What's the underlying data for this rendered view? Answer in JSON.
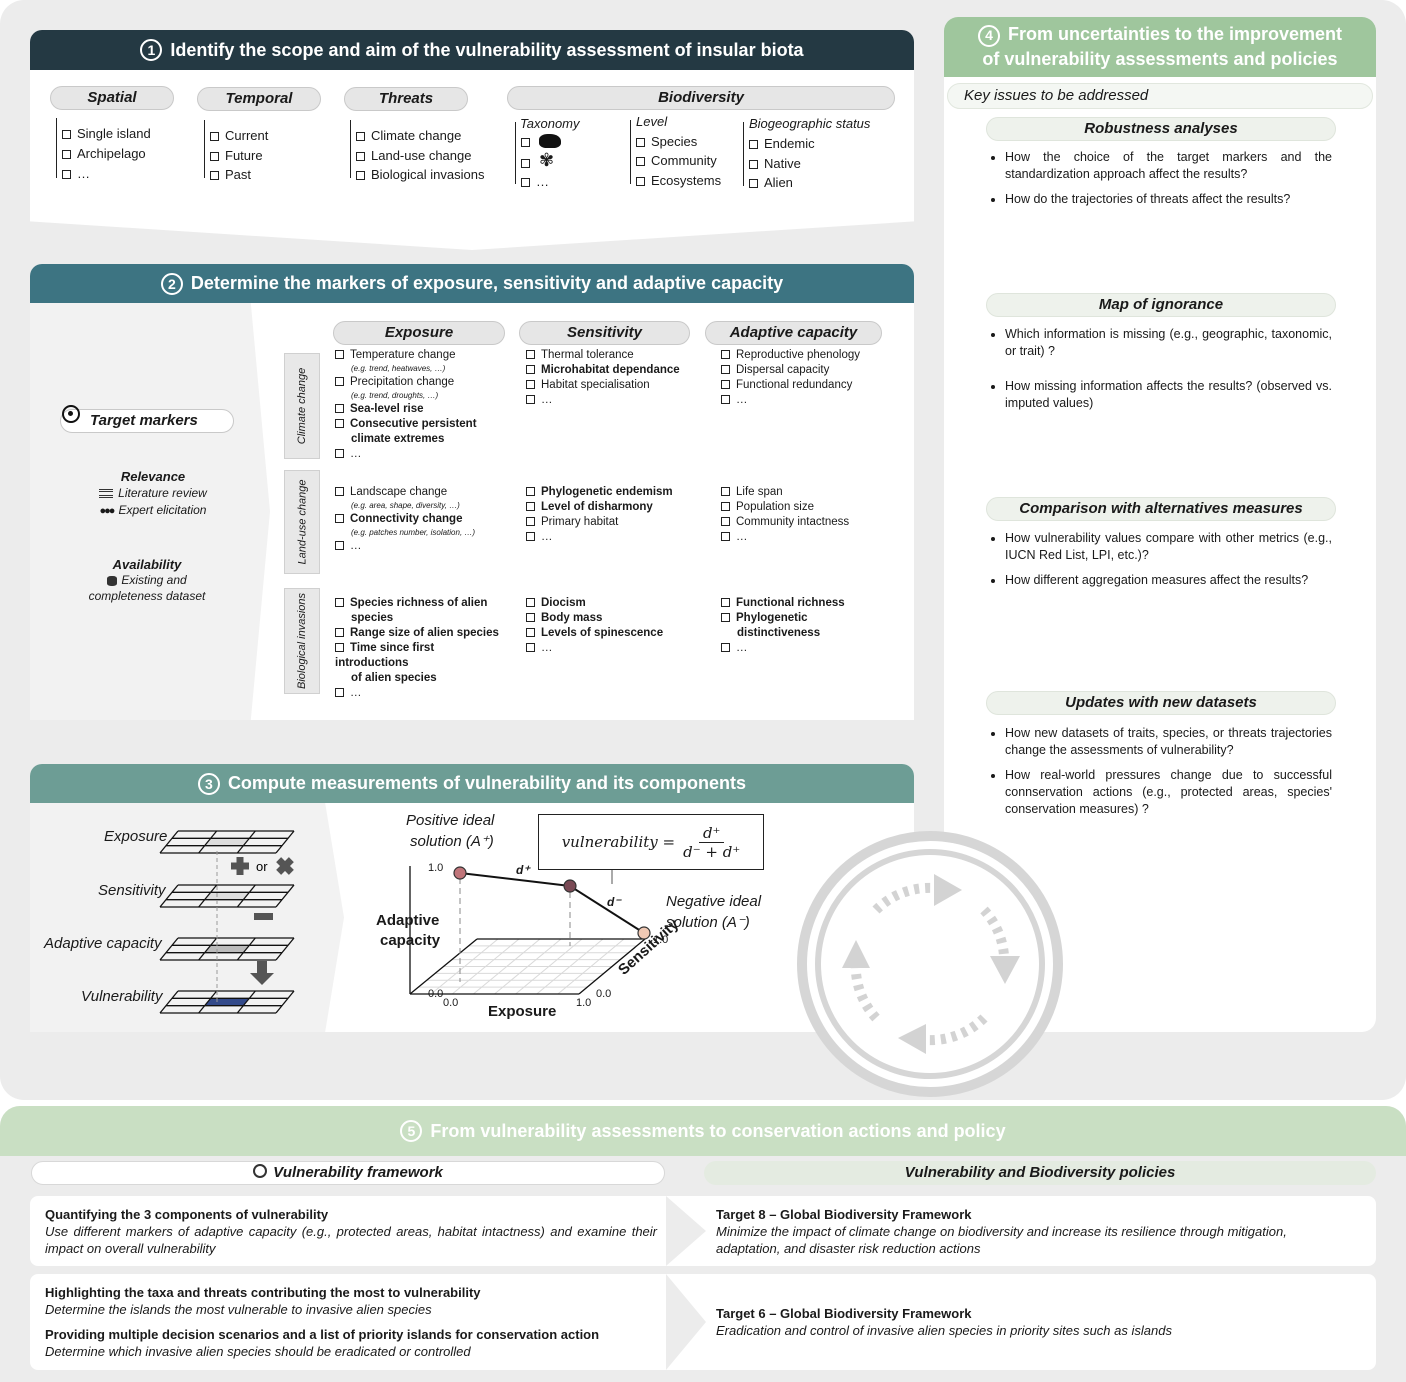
{
  "colors": {
    "dark": "#243943",
    "teal": "#3d7482",
    "seafoam": "#6d9d95",
    "sage": "#9fc69d",
    "lightsage": "#c9dfc3"
  },
  "s1": {
    "num": "1",
    "title": "Identify the scope and aim of the vulnerability assessment of insular biota",
    "spatial": {
      "label": "Spatial",
      "items": [
        "Single island",
        "Archipelago",
        "…"
      ]
    },
    "temporal": {
      "label": "Temporal",
      "items": [
        "Current",
        "Future",
        "Past"
      ]
    },
    "threats": {
      "label": "Threats",
      "items": [
        "Climate change",
        "Land-use change",
        "Biological invasions"
      ]
    },
    "biodiversity": {
      "label": "Biodiversity",
      "taxonomy": {
        "label": "Taxonomy",
        "items": [
          "",
          "",
          "…"
        ]
      },
      "level": {
        "label": "Level",
        "items": [
          "Species",
          "Community",
          "Ecosystems"
        ]
      },
      "biogeo": {
        "label": "Biogeographic status",
        "items": [
          "Endemic",
          "Native",
          "Alien"
        ]
      }
    }
  },
  "s2": {
    "num": "2",
    "title": "Determine the markers of exposure, sensitivity and adaptive capacity",
    "target": "Target markers",
    "relevance": {
      "title": "Relevance",
      "a": "Literature review",
      "b": "Expert elicitation"
    },
    "availability": {
      "title": "Availability",
      "a": "Existing and",
      "b": "completeness dataset"
    },
    "cols": [
      "Exposure",
      "Sensitivity",
      "Adaptive capacity"
    ],
    "rows": [
      "Climate change",
      "Land-use change",
      "Biological invasions"
    ],
    "climate": {
      "exp": [
        {
          "t": "Temperature change"
        },
        {
          "s": "(e.g. trend, heatwaves, …)"
        },
        {
          "t": "Precipitation change"
        },
        {
          "s": "(e.g. trend, droughts, …)"
        },
        {
          "t": "Sea-level rise",
          "b": 1
        },
        {
          "t": "Consecutive persistent",
          "b": 1
        },
        {
          "t": "climate extremes",
          "b": 1,
          "nb": 1
        },
        {
          "t": "…"
        }
      ],
      "sen": [
        {
          "t": "Thermal tolerance"
        },
        {
          "t": "Microhabitat dependance",
          "b": 1
        },
        {
          "t": "Habitat specialisation"
        },
        {
          "t": "…"
        }
      ],
      "ada": [
        {
          "t": "Reproductive phenology"
        },
        {
          "t": "Dispersal capacity"
        },
        {
          "t": "Functional redundancy"
        },
        {
          "t": "…"
        }
      ]
    },
    "land": {
      "exp": [
        {
          "t": "Landscape change"
        },
        {
          "s": "(e.g. area, shape, diversity, …)"
        },
        {
          "t": "Connectivity change",
          "b": 1
        },
        {
          "s": "(e.g. patches number, isolation, …)"
        },
        {
          "t": "…"
        }
      ],
      "sen": [
        {
          "t": "Phylogenetic endemism",
          "b": 1
        },
        {
          "t": "Level of disharmony",
          "b": 1
        },
        {
          "t": "Primary habitat"
        },
        {
          "t": "…"
        }
      ],
      "ada": [
        {
          "t": "Life span"
        },
        {
          "t": "Population size"
        },
        {
          "t": "Community intactness"
        },
        {
          "t": "…"
        }
      ]
    },
    "bio": {
      "exp": [
        {
          "t": "Species richness of alien",
          "b": 1
        },
        {
          "t": "species",
          "b": 1,
          "nb": 1
        },
        {
          "t": "Range size of alien species",
          "b": 1
        },
        {
          "t": "Time since first introductions",
          "b": 1
        },
        {
          "t": "of alien species",
          "b": 1,
          "nb": 1
        },
        {
          "t": "…"
        }
      ],
      "sen": [
        {
          "t": "Diocism",
          "b": 1
        },
        {
          "t": "Body mass",
          "b": 1
        },
        {
          "t": "Levels of spinescence",
          "b": 1
        },
        {
          "t": "…"
        }
      ],
      "ada": [
        {
          "t": "Functional richness",
          "b": 1
        },
        {
          "t": "Phylogenetic",
          "b": 1
        },
        {
          "t": "distinctiveness",
          "b": 1,
          "nb": 1
        },
        {
          "t": "…"
        }
      ]
    }
  },
  "s3": {
    "num": "3",
    "title": "Compute measurements of vulnerability and its components",
    "layers": [
      "Exposure",
      "Sensitivity",
      "Adaptive capacity",
      "Vulnerability"
    ],
    "or": "or",
    "pos_ideal_a": "Positive ideal",
    "pos_ideal_b": "solution (A⁺)",
    "neg_ideal_a": "Negative ideal",
    "neg_ideal_b": "solution (A⁻)",
    "formula_lhs": "vulnerability =",
    "formula_num": "d⁺",
    "formula_den": "d⁻ + d⁺",
    "dplus": "d⁺",
    "dminus": "d⁻",
    "yaxis_a": "Adaptive",
    "yaxis_b": "capacity",
    "xaxis": "Exposure",
    "zaxis": "Sensitivity",
    "t10": "1.0",
    "t00": "0.0"
  },
  "s4": {
    "num": "4",
    "title_a": "From uncertainties to the improvement",
    "title_b": "of vulnerability assessments and policies",
    "key": "Key issues to be addressed",
    "groups": [
      {
        "title": "Robustness analyses",
        "qs": [
          "How the choice of the target markers and the standardization approach affect the results?",
          "How do the trajectories of threats affect the results?"
        ]
      },
      {
        "title": "Map of ignorance",
        "qs": [
          "Which information is missing (e.g., geographic, taxonomic, or trait) ?",
          "How missing information affects the results? (observed vs. imputed values)"
        ]
      },
      {
        "title": "Comparison with alternatives measures",
        "qs": [
          "How vulnerability values compare with other metrics (e.g., IUCN Red List, LPI, etc.)?",
          "How different aggregation measures affect the results?"
        ]
      },
      {
        "title": "Updates with new datasets",
        "qs": [
          "How new datasets of traits, species, or threats trajectories change the assessments of vulnerability?",
          "How real-world pressures change due to successful connservation actions (e.g., protected areas, species' conservation measures) ?"
        ]
      }
    ]
  },
  "s5": {
    "num": "5",
    "title": "From vulnerability assessments to conservation actions and policy",
    "left_head": "Vulnerability framework",
    "right_head": "Vulnerability and Biodiversity policies",
    "b1_t": "Quantifying the 3 components of vulnerability",
    "b1_d": "Use different markers of adaptive capacity (e.g., protected areas, habitat intactness) and examine their impact on overall vulnerability",
    "b2_t1": "Highlighting the taxa and threats contributing the most to vulnerability",
    "b2_d1": "Determine the islands the most vulnerable to invasive alien species",
    "b2_t2": "Providing multiple decision scenarios and a list of priority islands for conservation action",
    "b2_d2": "Determine which invasive alien species should be eradicated or controlled",
    "r1_t": "Target 8 – Global Biodiversity Framework",
    "r1_d": "Minimize the impact of climate change on biodiversity and increase its resilience through mitigation, adaptation, and disaster risk reduction actions",
    "r2_t": "Target 6 – Global Biodiversity Framework",
    "r2_d": "Eradication and control of invasive alien species in priority sites such as islands"
  }
}
